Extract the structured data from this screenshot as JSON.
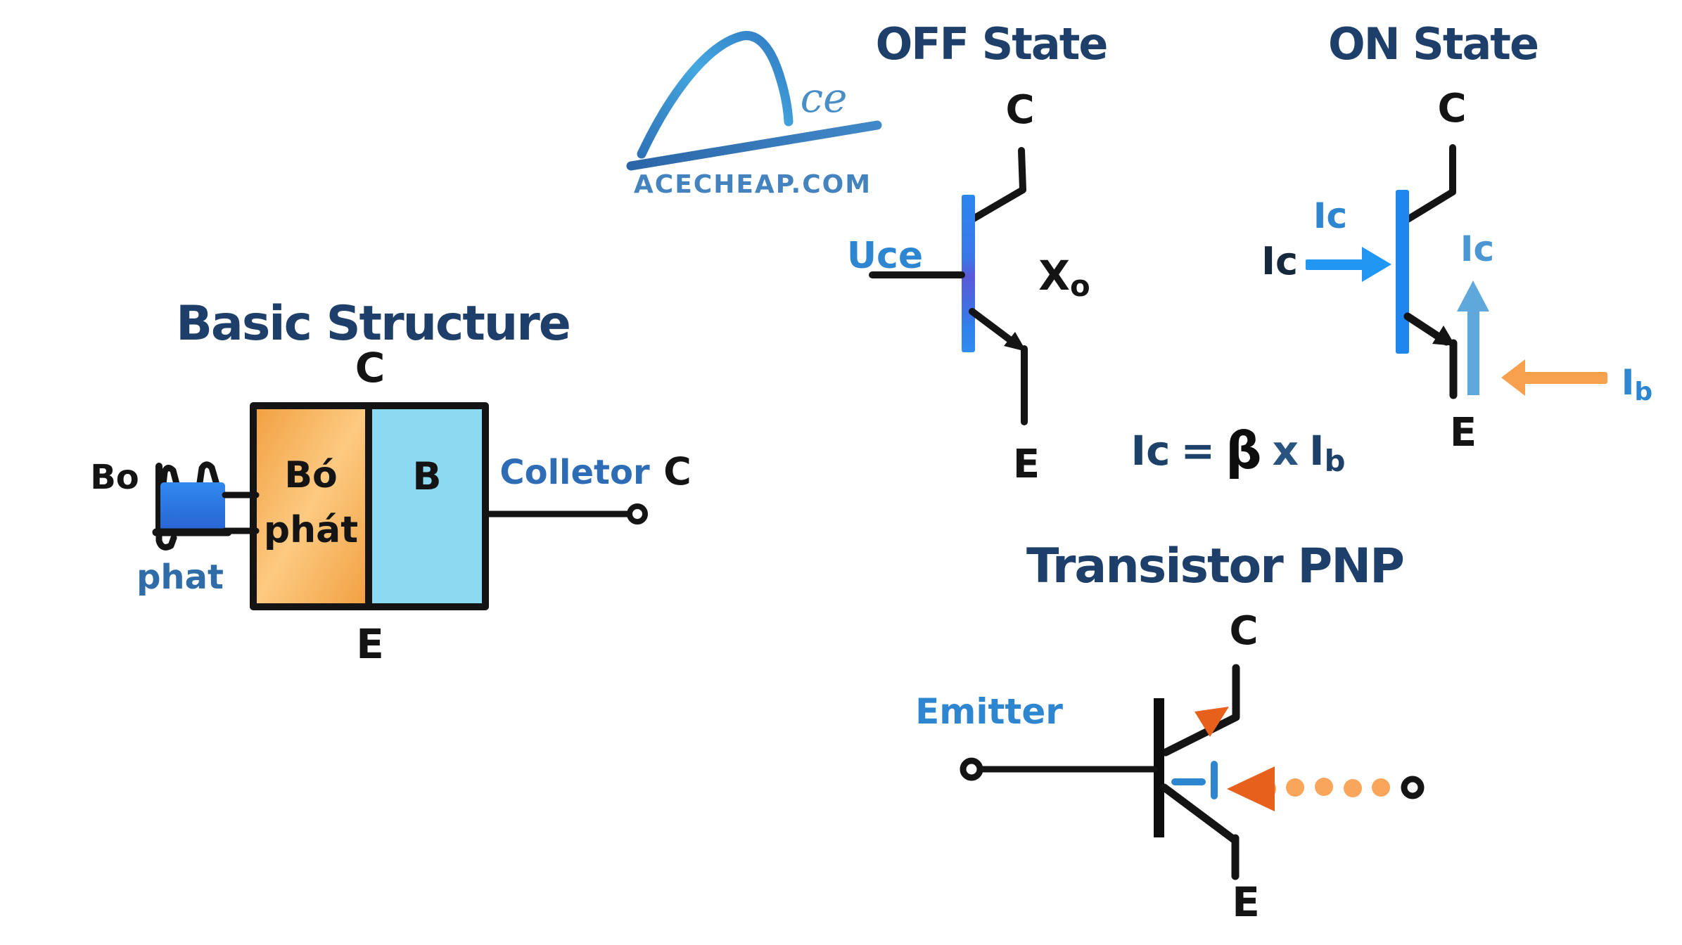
{
  "logo": {
    "mark": "ce",
    "site": "ACECHEAP.COM"
  },
  "titles": {
    "basic": "Basic Structure",
    "off": "OFF State",
    "on": "ON State",
    "pnp": "Transistor PNP"
  },
  "basic": {
    "pin_top": "C",
    "pin_bottom": "E",
    "left_pin": "Bo",
    "left_pin_sub": "phat",
    "emitter_region_line1": "Bó",
    "emitter_region_line2": "phát",
    "base_region": "B",
    "collector_label": "Colletor",
    "collector_pin": "C"
  },
  "off": {
    "pin_c": "C",
    "pin_e": "E",
    "voltage": "Uce",
    "cross_main": "X",
    "cross_sub": "o"
  },
  "on": {
    "pin_c": "C",
    "pin_e": "E",
    "ic_input": "Ic",
    "ic_above_arrow": "Ic",
    "ic_up_arrow": "Ic",
    "ib_main": "I",
    "ib_sub": "b"
  },
  "formula": {
    "lhs": "Ic",
    "equals": "=",
    "beta": "β",
    "times": "x",
    "rhs_main": "I",
    "rhs_sub": "b"
  },
  "pnp": {
    "pin_c": "C",
    "pin_e": "E",
    "emitter": "Emitter"
  },
  "colors": {
    "title_navy": "#1e3f6a",
    "label_blue": "#2e86d0",
    "formula_navy": "#1d4168",
    "beta_black": "#0d0d0d",
    "bright_blue": "#1e86ee",
    "arrow_blue": "#2196f3",
    "light_blue_arrow": "#5fa8db",
    "orange_arrow": "#f7a04d",
    "dark_orange": "#e8611c",
    "dot_orange": "#f9a55c",
    "box_orange": "#f2a041",
    "box_cyan": "#8cd9f2",
    "logo_blue": "#4483bd",
    "ink": "#141414"
  }
}
